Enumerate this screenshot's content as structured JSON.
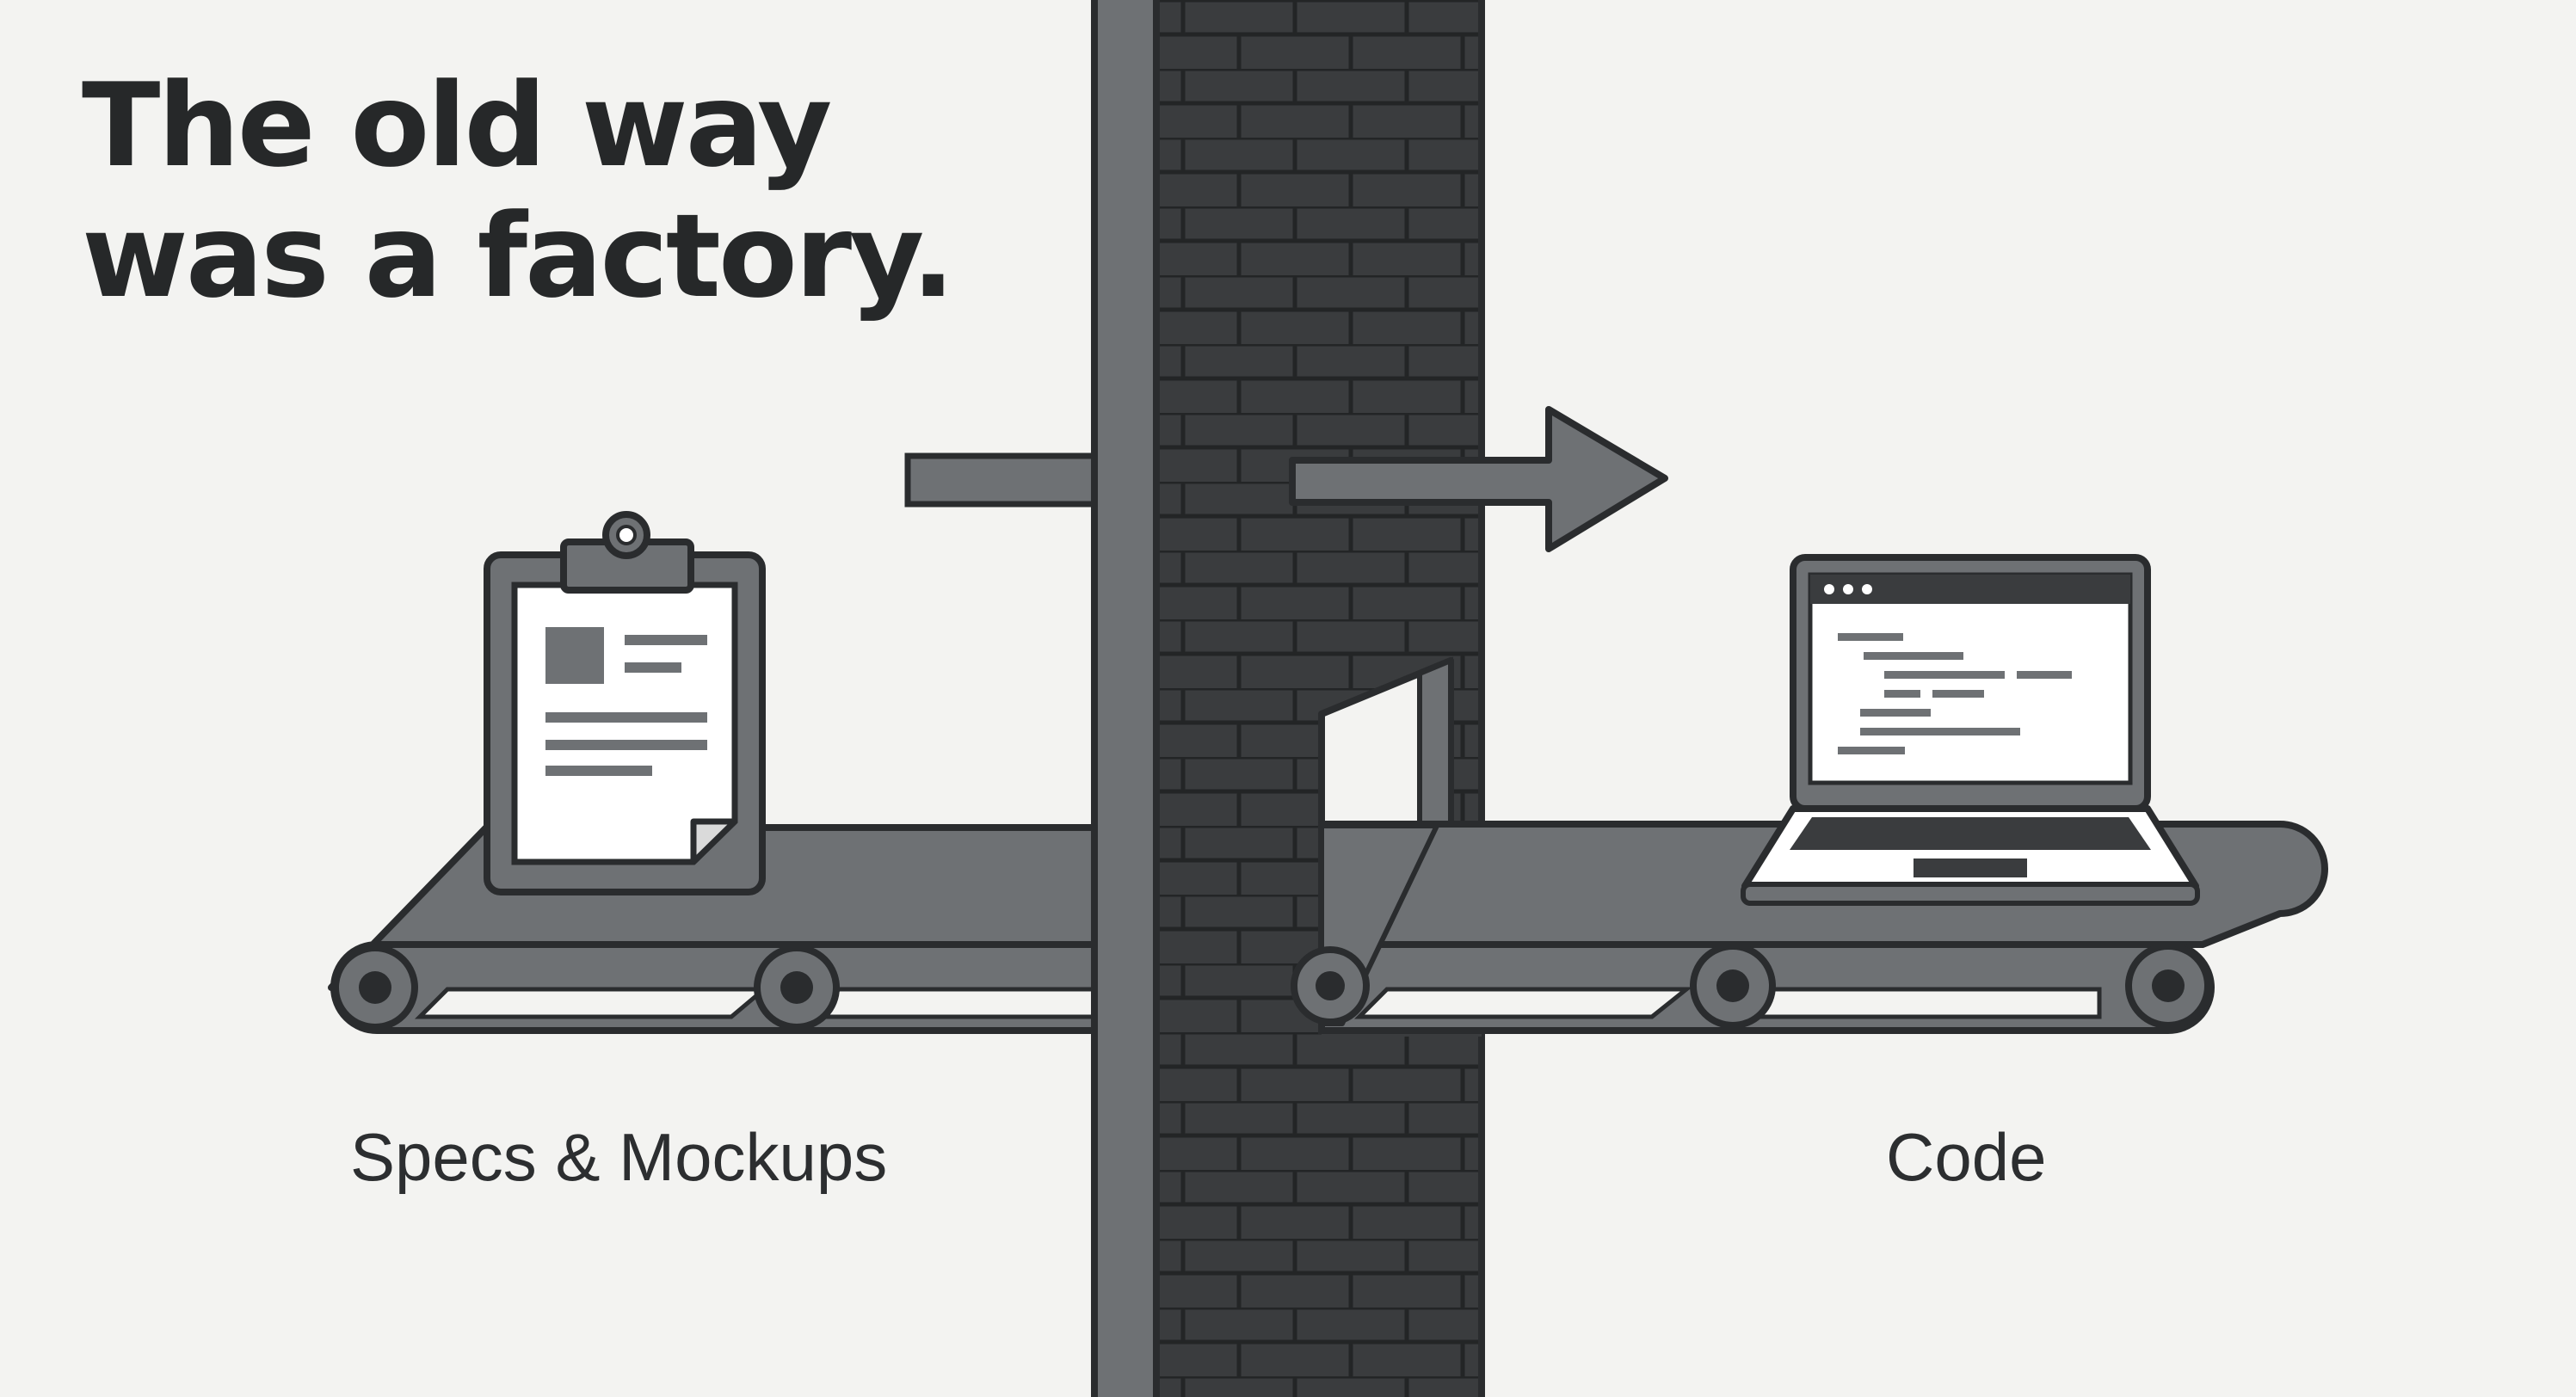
{
  "slide": {
    "title_line_1": "The old way",
    "title_line_2": "was a factory."
  },
  "labels": {
    "input": "Specs & Mockups",
    "output": "Code"
  },
  "icons": {
    "input_icon": "clipboard-document-icon",
    "output_icon": "laptop-code-icon",
    "direction_icon": "arrow-right-icon"
  },
  "colors": {
    "background": "#f3f3f1",
    "ink": "#262829",
    "metal": "#6e7174",
    "wall": "#3a3c3e",
    "paper": "#ffffff"
  }
}
